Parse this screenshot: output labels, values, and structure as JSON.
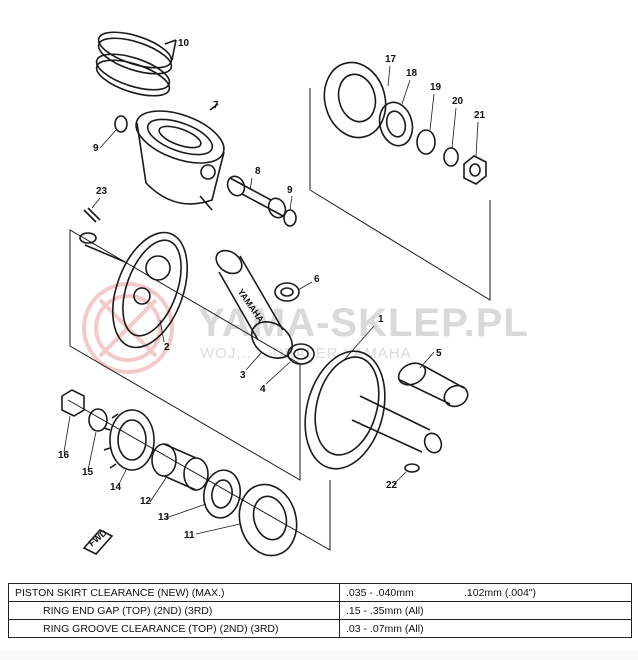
{
  "watermark": {
    "title": "YAMA-SKLEP.PL",
    "subtitle": "WOJ... ...DEALER YAMAHA"
  },
  "diagram": {
    "callouts": [
      "1",
      "2",
      "3",
      "4",
      "5",
      "6",
      "7",
      "8",
      "9",
      "9",
      "10",
      "11",
      "12",
      "13",
      "14",
      "15",
      "16",
      "17",
      "18",
      "19",
      "20",
      "21",
      "22",
      "23"
    ],
    "rod_marking": "YAMAHA",
    "fwd_label": "FWD"
  },
  "spec_table": {
    "rows": [
      {
        "label": "PISTON SKIRT CLEARANCE (NEW) (MAX.)",
        "value1": ".035 - .040mm",
        "value2": ".102mm (.004\")"
      },
      {
        "label": "RING END GAP (TOP) (2ND) (3RD)",
        "value1": ".15 - .35mm (All)",
        "value2": ""
      },
      {
        "label": "RING GROOVE CLEARANCE (TOP) (2ND) (3RD)",
        "value1": ".03 - .07mm (All)",
        "value2": ""
      }
    ]
  },
  "colors": {
    "line": "#1a1a1a",
    "watermark": "#d9d9d9",
    "logo": "#f3c9c9"
  }
}
